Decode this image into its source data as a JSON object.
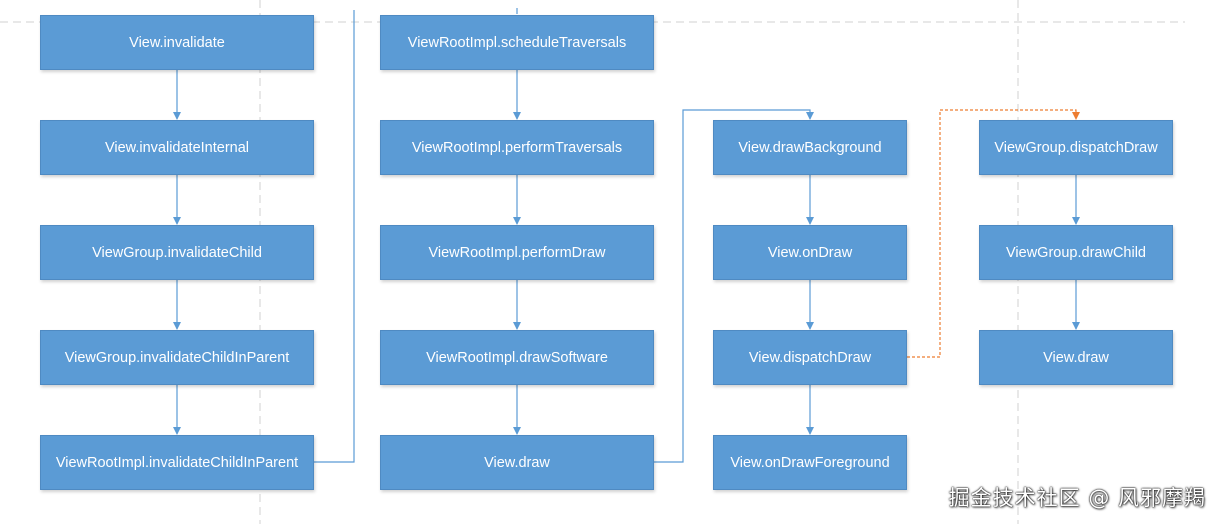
{
  "diagram": {
    "column1": [
      "View.invalidate",
      "View.invalidateInternal",
      "ViewGroup.invalidateChild",
      "ViewGroup.invalidateChildInParent",
      "ViewRootImpl.invalidateChildInParent"
    ],
    "column2": [
      "ViewRootImpl.scheduleTraversals",
      "ViewRootImpl.performTraversals",
      "ViewRootImpl.performDraw",
      "ViewRootImpl.drawSoftware",
      "View.draw"
    ],
    "column3": [
      "View.drawBackground",
      "View.onDraw",
      "View.dispatchDraw",
      "View.onDrawForeground"
    ],
    "column4": [
      "ViewGroup.dispatchDraw",
      "ViewGroup.drawChild",
      "View.draw"
    ]
  },
  "watermark": "掘金技术社区 @ 风邪摩羯",
  "colors": {
    "node_fill": "#5b9bd5",
    "arrow": "#5b9bd5",
    "dashed_connector": "#ed7d31",
    "guide_line": "#d0d0d0"
  }
}
